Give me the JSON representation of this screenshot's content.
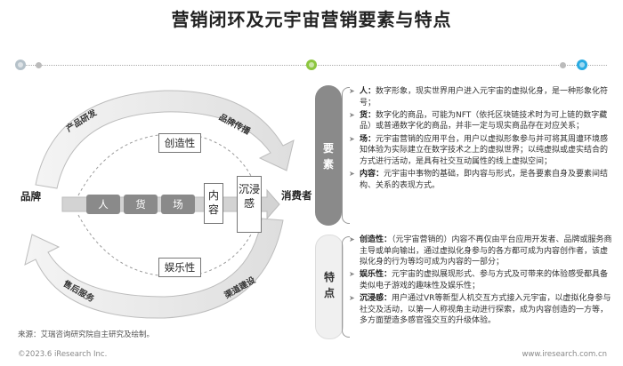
{
  "title": "营销闭环及元宇宙营销要素与特点",
  "colors": {
    "dot_left": "#b5c1c9",
    "dot_mid": "#8cc63f",
    "dot_right": "#29abe2",
    "accent_gray": "#8a8a8a"
  },
  "diagram": {
    "brand": "品牌",
    "consumer": "消费者",
    "arc_labels": {
      "product_rd": "产品研发",
      "brand_spread": "品牌传播",
      "after_sales": "售后服务",
      "channel": "渠道建设"
    },
    "creativity": "创造性",
    "entertainment": "娱乐性",
    "elements": [
      "人",
      "货",
      "场"
    ],
    "content": "内容",
    "immersion": "沉浸感"
  },
  "side": {
    "elements_label": "要素",
    "features_label": "特点",
    "elements": [
      {
        "name": "人：",
        "text": "数字形象，现实世界用户进入元宇宙的虚拟化身，是一种形象化符号；"
      },
      {
        "name": "货：",
        "text": "数字化的商品，可能为NFT（依托区块链技术时为可上链的数字藏品）或普通数字化的商品，并非一定与现实商品存在对应关系；"
      },
      {
        "name": "场：",
        "text": "元宇宙营销的应用平台，用户以虚拟形象参与并可将其周遭环境感知体验为实际建立在数字技术之上的虚拟世界；以纯虚拟或虚实结合的方式进行活动，是具有社交互动属性的线上虚拟空间；"
      },
      {
        "name": "内容：",
        "text": "元宇宙中事物的基础，即内容与形式，是各要素自身及要素间结构、关系的表现方式。"
      }
    ],
    "features": [
      {
        "name": "创造性：",
        "text": "（元宇宙营销的）内容不再仅由平台应用开发者、品牌或服务商主导或单向输出，通过虚拟化身参与的各方都可成为内容创作者，该虚拟化身的行为等均可成为内容的一部分；"
      },
      {
        "name": "娱乐性：",
        "text": "元宇宙的虚拟展现形式、参与方式及可带来的体验感受都具备类似电子游戏的趣味性及娱乐性；"
      },
      {
        "name": "沉浸感：",
        "text": "用户通过VR等新型人机交互方式接入元宇宙，以虚拟化身参与社交及活动，以第一人称视角主动进行探索，成为内容创造的一方等，多方面塑造多感官强交互的升级体验。"
      }
    ]
  },
  "source": "来源：艾瑞咨询研究院自主研究及绘制。",
  "footer_left": "©2023.6 iResearch Inc.",
  "footer_right": "www.iresearch.com.cn"
}
